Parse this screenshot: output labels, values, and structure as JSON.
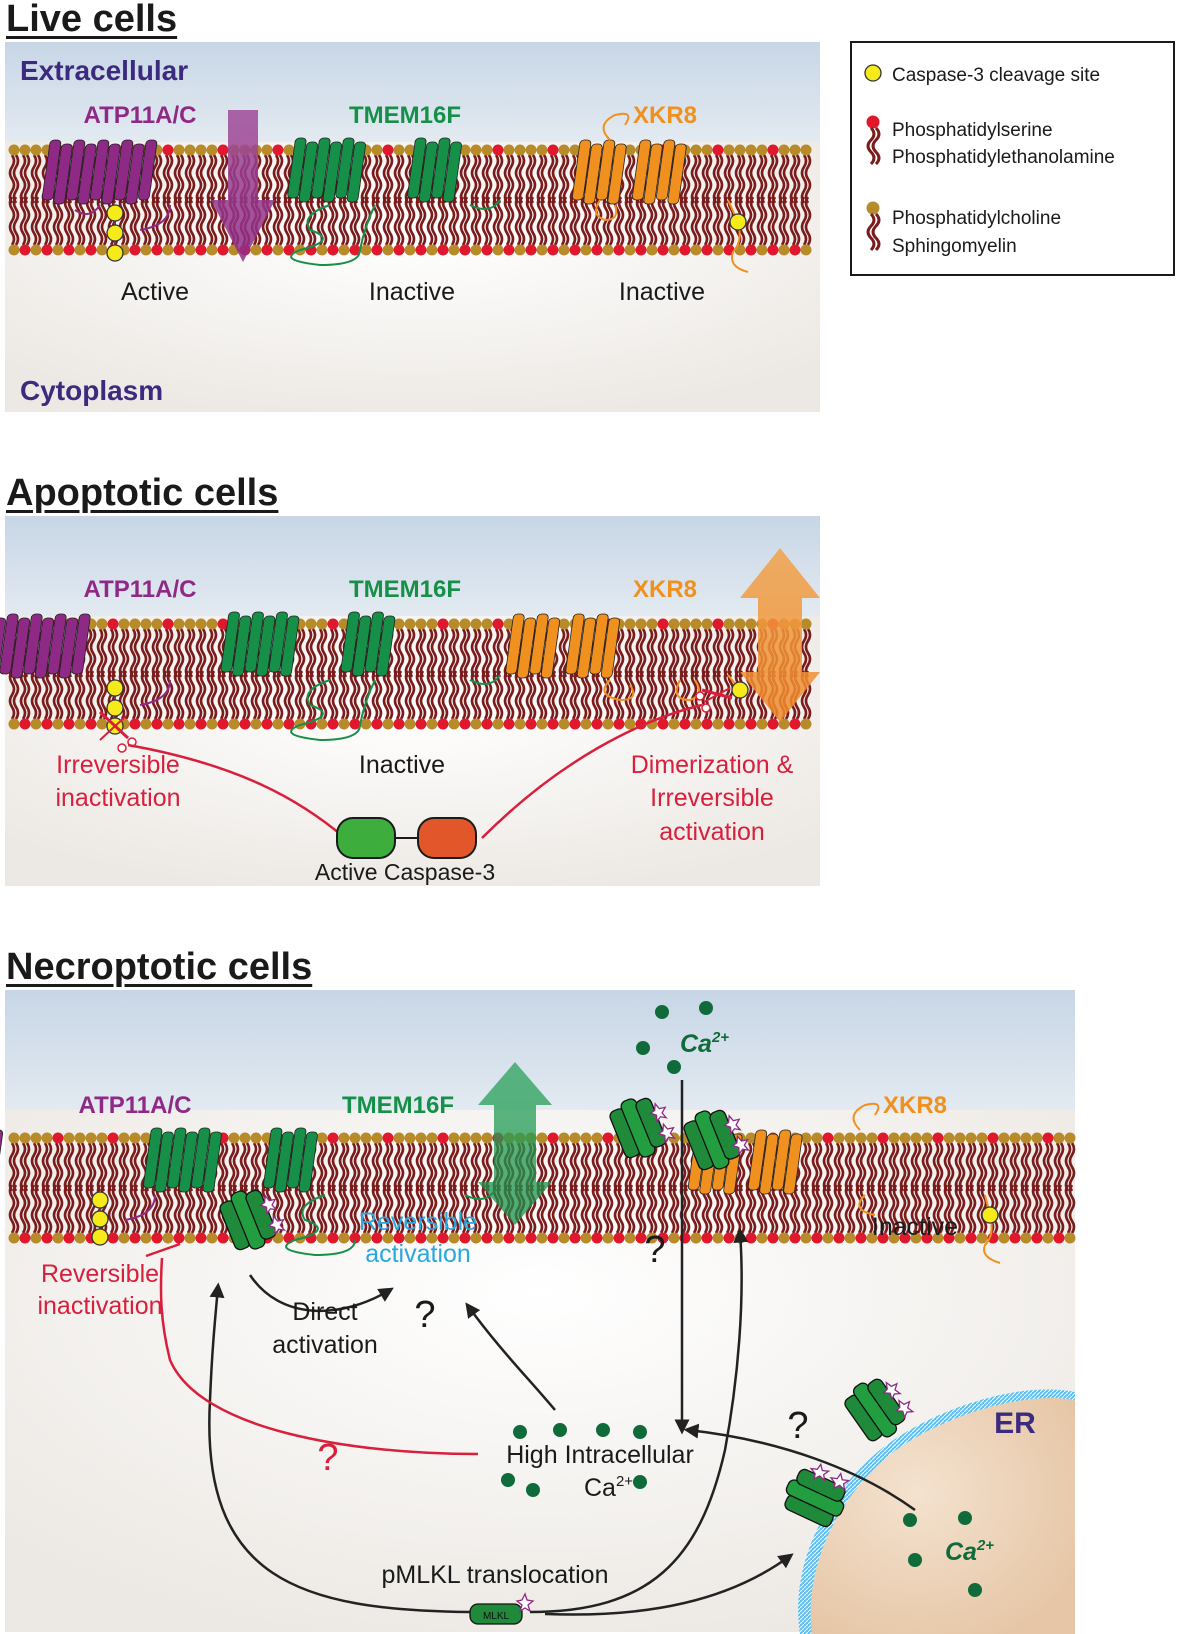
{
  "colors": {
    "atp": "#8e2a85",
    "tmem": "#169048",
    "xkr": "#f0901e",
    "red": "#d81f3c",
    "blue": "#29a8e0",
    "navy": "#3c2a7f",
    "caspase_green": "#3dad3d",
    "caspase_orange": "#e2572a",
    "yellow": "#f6ea1a",
    "lipid_head_ps": "#e0182e",
    "lipid_head_pc": "#b78a2a",
    "lipid_tail": "#7a1c1c"
  },
  "live": {
    "title": "Live cells",
    "extracellular": "Extracellular",
    "cytoplasm": "Cytoplasm",
    "atp_label": "ATP11A/C",
    "tmem_label": "TMEM16F",
    "xkr_label": "XKR8",
    "atp_state": "Active",
    "tmem_state": "Inactive",
    "xkr_state": "Inactive"
  },
  "legend": {
    "cleavage": "Caspase-3 cleavage site",
    "ps_line1": "Phosphatidylserine",
    "ps_line2": "Phosphatidylethanolamine",
    "pc_line1": "Phosphatidylcholine",
    "pc_line2": "Sphingomyelin"
  },
  "apoptotic": {
    "title": "Apoptotic cells",
    "atp_label": "ATP11A/C",
    "tmem_label": "TMEM16F",
    "xkr_label": "XKR8",
    "atp_state_1": "Irreversible",
    "atp_state_2": "inactivation",
    "tmem_state": "Inactive",
    "xkr_state_1": "Dimerization &",
    "xkr_state_2": "Irreversible",
    "xkr_state_3": "activation",
    "caspase": "Active Caspase-3"
  },
  "necroptotic": {
    "title": "Necroptotic cells",
    "atp_label": "ATP11A/C",
    "tmem_label": "TMEM16F",
    "xkr_label": "XKR8",
    "xkr_state": "Inactive",
    "atp_state_1": "Reversible",
    "atp_state_2": "inactivation",
    "tmem_state_1": "Reversible",
    "tmem_state_2": "activation",
    "direct_1": "Direct",
    "direct_2": "activation",
    "q": "?",
    "ca_ext": "Ca",
    "ca_charge": "2+",
    "high_ca_1": "High Intracellular",
    "high_ca_2": "Ca",
    "er": "ER",
    "pmlkl": "pMLKL translocation",
    "mlkl": "MLKL"
  }
}
